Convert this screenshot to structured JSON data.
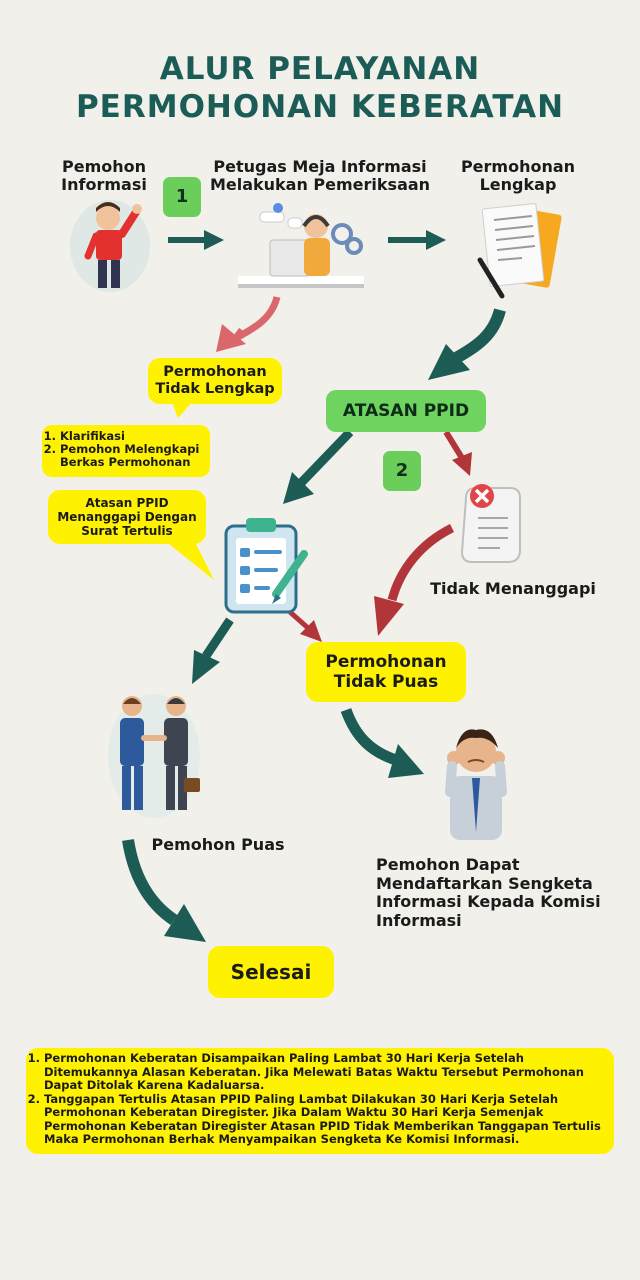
{
  "title": {
    "line1": "ALUR PELAYANAN",
    "line2": "PERMOHONAN KEBERATAN"
  },
  "steps": {
    "step1_number": "1",
    "step2_number": "2"
  },
  "nodes": {
    "pemohon_informasi": [
      "Pemohon",
      "Informasi"
    ],
    "petugas": [
      "Petugas Meja Informasi",
      "Melakukan Pemeriksaan"
    ],
    "permohonan_lengkap": [
      "Permohonan",
      "Lengkap"
    ],
    "tidak_lengkap": [
      "Permohonan",
      "Tidak Lengkap"
    ],
    "atasan_ppid": "ATASAN PPID",
    "tidak_lengkap_actions": [
      "Klarifikasi",
      "Pemohon Melengkapi Berkas Permohonan"
    ],
    "menanggapi": [
      "Atasan PPID",
      "Menanggapi Dengan",
      "Surat Tertulis"
    ],
    "tidak_menanggapi": "Tidak Menanggapi",
    "tidak_puas": [
      "Permohonan",
      "Tidak Puas"
    ],
    "pemohon_puas": "Pemohon Puas",
    "sengketa": [
      "Pemohon Dapat",
      "Mendaftarkan Sengketa",
      "Informasi Kepada Komisi",
      "Informasi"
    ],
    "selesai": "Selesai"
  },
  "notes": [
    "Permohonan Keberatan Disampaikan Paling Lambat 30 Hari Kerja Setelah Ditemukannya Alasan Keberatan. Jika Melewati Batas Waktu Tersebut Permohonan Dapat Ditolak Karena Kadaluarsa.",
    "Tanggapan Tertulis Atasan PPID Paling Lambat Dilakukan 30 Hari Kerja Setelah Permohonan Keberatan Diregister. Jika Dalam Waktu 30 Hari Kerja Semenjak Permohonan Keberatan Diregister Atasan PPID Tidak Memberikan Tanggapan Tertulis Maka Permohonan Berhak Menyampaikan Sengketa Ke Komisi Informasi."
  ],
  "colors": {
    "title": "#1c5c57",
    "arrow_teal": "#1d5b55",
    "arrow_red": "#b2353a",
    "arrow_pink": "#d9676b",
    "yellow": "#fff200",
    "green": "#6fd35f"
  },
  "icons": [
    "person-waving-icon",
    "service-desk-icon",
    "documents-icon",
    "clipboard-checklist-icon",
    "rejected-document-icon",
    "handshake-icon",
    "stressed-person-icon"
  ]
}
